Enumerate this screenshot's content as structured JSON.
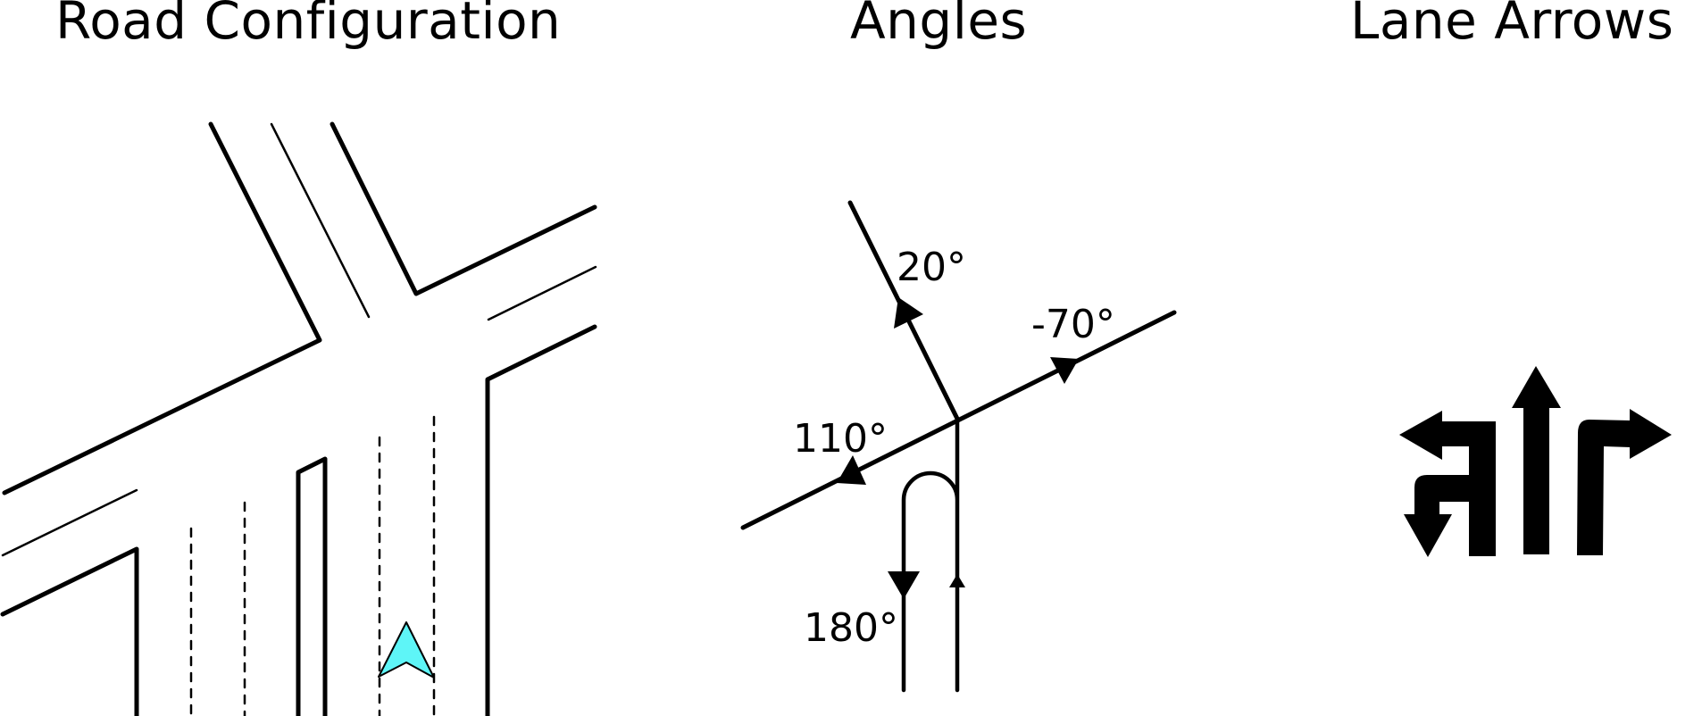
{
  "titles": {
    "road_configuration": "Road Configuration",
    "angles": "Angles",
    "lane_arrows": "Lane Arrows"
  },
  "angles": {
    "north_west": "20°",
    "east": "-70°",
    "west": "110°",
    "u_turn": "180°"
  },
  "icons": {
    "vehicle_marker": "navigation-arrow-icon",
    "lane_arrows": [
      "left-turn-and-left-u-arrow-icon",
      "straight-arrow-icon",
      "right-turn-arrow-icon"
    ]
  },
  "colors": {
    "stroke": "#000000",
    "vehicle_fill": "#5ef5f7"
  }
}
